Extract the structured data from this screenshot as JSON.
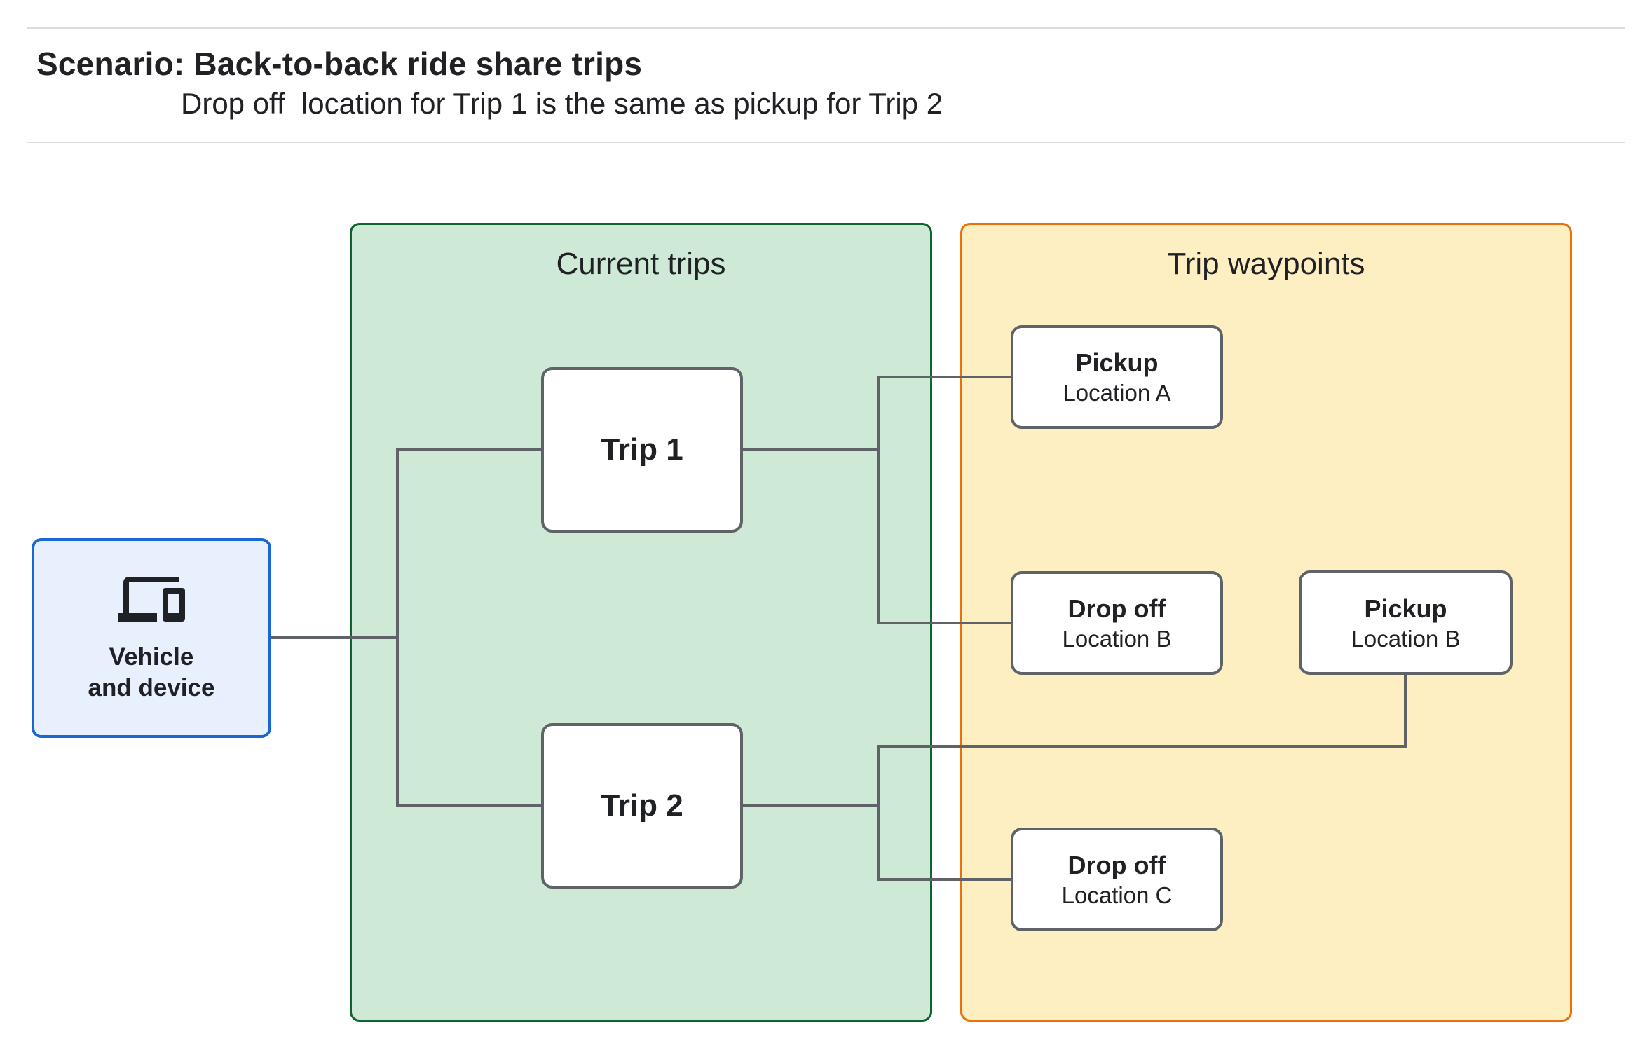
{
  "header": {
    "title": "Scenario: Back-to-back ride share trips",
    "subtitle": "Drop off  location for Trip 1 is the same as pickup for Trip 2"
  },
  "vehicle_node": {
    "icon": "devices-icon",
    "label_line1": "Vehicle",
    "label_line2": "and device"
  },
  "panels": {
    "current_trips": {
      "label": "Current trips"
    },
    "trip_waypoints": {
      "label": "Trip waypoints"
    }
  },
  "nodes": {
    "trip1": {
      "label": "Trip 1"
    },
    "trip2": {
      "label": "Trip 2"
    },
    "pickup_a": {
      "title": "Pickup",
      "subtitle": "Location A"
    },
    "dropoff_b": {
      "title": "Drop off",
      "subtitle": "Location B"
    },
    "pickup_b": {
      "title": "Pickup",
      "subtitle": "Location B"
    },
    "dropoff_c": {
      "title": "Drop off",
      "subtitle": "Location C"
    }
  },
  "colors": {
    "connector_gray": "#5F6368",
    "node_border_gray": "#5F6368",
    "blue_fill": "#E8F0FE",
    "blue_border": "#1967D2",
    "green_fill": "#CEEAD6",
    "green_border": "#0D652D",
    "orange_fill": "#FEEFC3",
    "orange_border": "#E8710A",
    "hairline": "#DADCE0",
    "text": "#202124"
  }
}
